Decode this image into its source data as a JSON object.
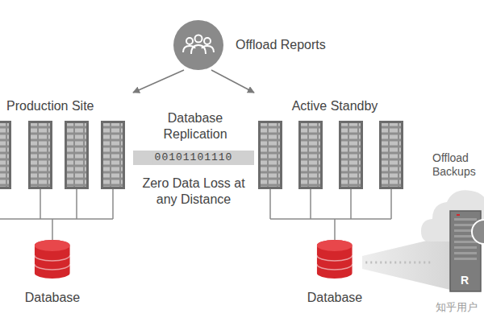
{
  "diagram": {
    "nodes": [
      {
        "text": [
          "Offload Reports"
        ]
      },
      {
        "text": [
          "Production Site"
        ]
      },
      {
        "text": [
          "Database"
        ],
        "in": 1
      },
      {
        "text": [
          "Active Standby"
        ]
      },
      {
        "text": [
          "Database"
        ],
        "in": 3
      },
      {
        "text": [
          "Offload Backups"
        ]
      }
    ],
    "edges": [
      {
        "from": 0,
        "to": 1,
        "arrow": "to"
      },
      {
        "from": 0,
        "to": 3,
        "arrow": "to"
      },
      {
        "from": 1,
        "to": 3,
        "label": "00101101110",
        "arrow": "none"
      },
      {
        "from": 4,
        "to": 5,
        "arrow": "none"
      }
    ],
    "labels": [
      "Database Replication",
      "Zero Data Loss at any Distance",
      "R",
      "知乎用户"
    ]
  }
}
